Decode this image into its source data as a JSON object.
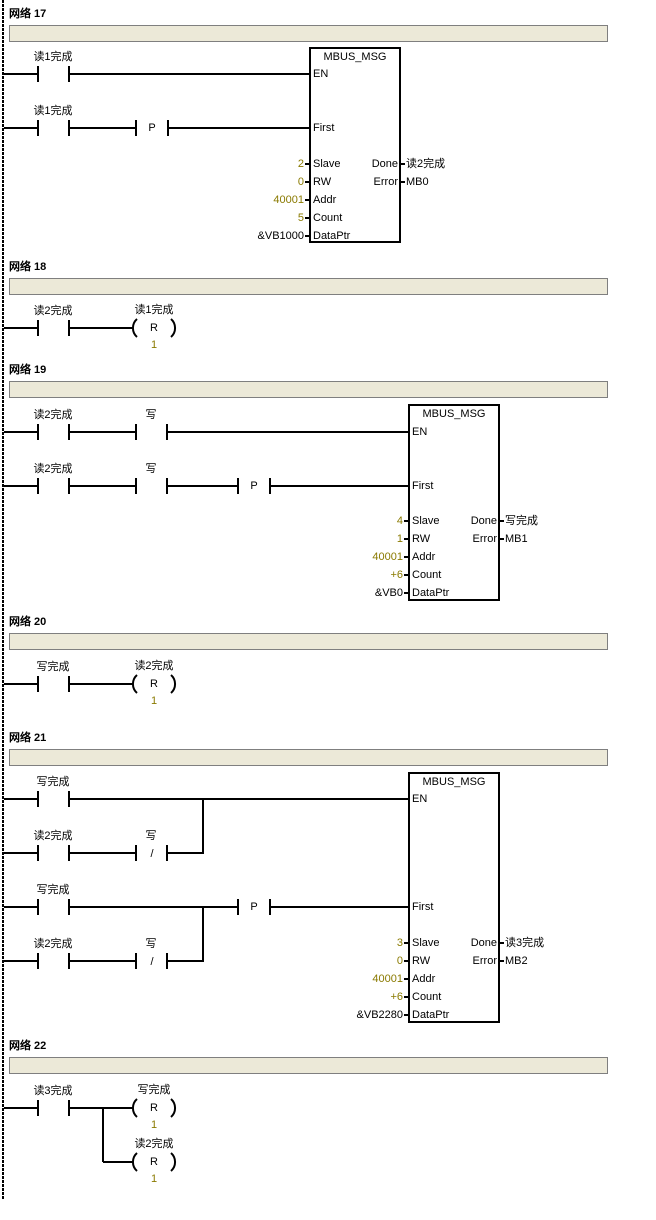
{
  "networks": [
    {
      "title": "网络 17",
      "rungs": [
        {
          "contacts": [
            "读1完成"
          ]
        },
        {
          "contacts": [
            "读1完成"
          ],
          "edge": "P"
        }
      ],
      "block": {
        "name": "MBUS_MSG",
        "pins": [
          "EN",
          "First",
          "Slave",
          "RW",
          "Addr",
          "Count",
          "DataPtr"
        ],
        "inputs": [
          "2",
          "0",
          "40001",
          "5",
          "&VB1000"
        ],
        "out_pins": [
          "Done",
          "Error"
        ],
        "outputs": [
          "读2完成",
          "MB0"
        ]
      }
    },
    {
      "title": "网络 18",
      "contact": "读2完成",
      "coil": {
        "operand": "读1完成",
        "type": "R",
        "count": "1"
      }
    },
    {
      "title": "网络 19",
      "rungs": [
        {
          "contacts": [
            "读2完成",
            "写"
          ]
        },
        {
          "contacts": [
            "读2完成",
            "写"
          ],
          "edge": "P"
        }
      ],
      "block": {
        "name": "MBUS_MSG",
        "pins": [
          "EN",
          "First",
          "Slave",
          "RW",
          "Addr",
          "Count",
          "DataPtr"
        ],
        "inputs": [
          "4",
          "1",
          "40001",
          "+6",
          "&VB0"
        ],
        "out_pins": [
          "Done",
          "Error"
        ],
        "outputs": [
          "写完成",
          "MB1"
        ]
      }
    },
    {
      "title": "网络 20",
      "contact": "写完成",
      "coil": {
        "operand": "读2完成",
        "type": "R",
        "count": "1"
      }
    },
    {
      "title": "网络 21",
      "rungs": [
        {
          "contacts": [
            "写完成"
          ]
        },
        {
          "contacts": [
            "读2完成",
            "写"
          ],
          "negated": "/"
        },
        {
          "contacts": [
            "写完成"
          ],
          "edge": "P"
        },
        {
          "contacts": [
            "读2完成",
            "写"
          ],
          "negated": "/"
        }
      ],
      "block": {
        "name": "MBUS_MSG",
        "pins": [
          "EN",
          "First",
          "Slave",
          "RW",
          "Addr",
          "Count",
          "DataPtr"
        ],
        "inputs": [
          "3",
          "0",
          "40001",
          "+6",
          "&VB2280"
        ],
        "out_pins": [
          "Done",
          "Error"
        ],
        "outputs": [
          "读3完成",
          "MB2"
        ]
      }
    },
    {
      "title": "网络 22",
      "contact": "读3完成",
      "coils": [
        {
          "operand": "写完成",
          "type": "R",
          "count": "1"
        },
        {
          "operand": "读2完成",
          "type": "R",
          "count": "1"
        }
      ]
    }
  ],
  "colors": {
    "comment_bar": "#ECE9D8",
    "value_text": "#8a7a00"
  }
}
